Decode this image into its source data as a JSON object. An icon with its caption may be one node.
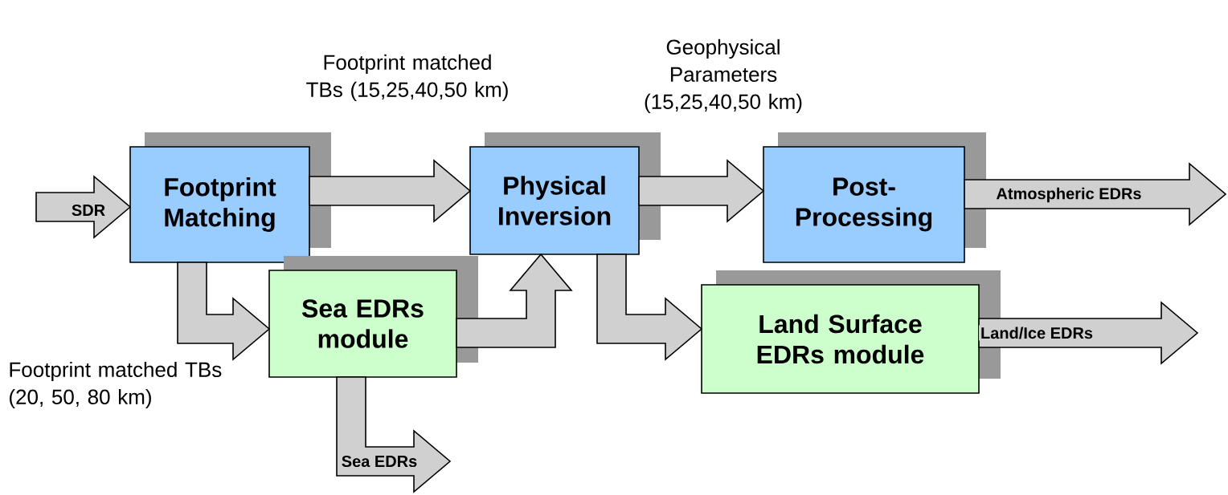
{
  "diagram": {
    "nodes": [
      {
        "text": [
          "Footprint Matching"
        ]
      },
      {
        "text": [
          "Physical Inversion"
        ]
      },
      {
        "text": [
          "Post-Processing"
        ]
      },
      {
        "text": [
          "Sea EDRs module"
        ]
      },
      {
        "text": [
          "Land Surface EDRs module"
        ]
      }
    ],
    "edges": [
      {
        "from": null,
        "to": 0,
        "arrow": "to",
        "label": "SDR"
      },
      {
        "from": 0,
        "to": 1,
        "arrow": "to",
        "label": "Footprint matched TBs (15,25,40,50 km)"
      },
      {
        "from": 1,
        "to": 2,
        "arrow": "to",
        "label": "Geophysical Parameters (15,25,40,50 km)"
      },
      {
        "from": 2,
        "to": null,
        "arrow": "to",
        "label": "Atmospheric EDRs"
      },
      {
        "from": 0,
        "to": 3,
        "arrow": "to",
        "label": "Footprint matched TBs (20, 50, 80 km)"
      },
      {
        "from": 3,
        "to": 1,
        "arrow": "to"
      },
      {
        "from": 1,
        "to": 4,
        "arrow": "to"
      },
      {
        "from": 4,
        "to": null,
        "arrow": "to",
        "label": "Land/Ice EDRs"
      },
      {
        "from": 3,
        "to": null,
        "arrow": "to",
        "label": "Sea EDRs"
      }
    ]
  }
}
